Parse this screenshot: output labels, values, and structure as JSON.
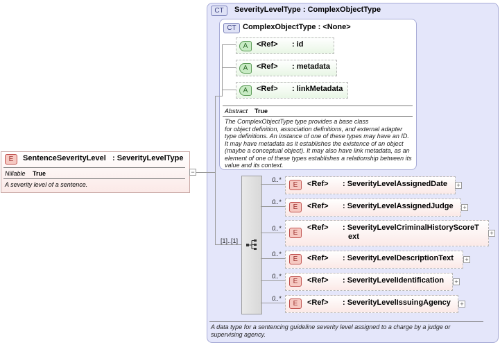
{
  "root_element": {
    "badge": "E",
    "name": "SentenceSeverityLevel",
    "type": ": SeverityLevelType",
    "nillable_label": "Nillable",
    "nillable_value": "True",
    "description": "A severity level of a sentence."
  },
  "outer_type": {
    "badge": "CT",
    "title": "SeverityLevelType : ComplexObjectType",
    "description_lines": [
      "A data type for a sentencing guideline severity level assigned to a charge by a judge or",
      "supervising agency."
    ]
  },
  "inner_type": {
    "badge": "CT",
    "title": "ComplexObjectType : <None>",
    "attributes": [
      {
        "badge": "A",
        "ref": "<Ref>",
        "name": ": id"
      },
      {
        "badge": "A",
        "ref": "<Ref>",
        "name": ": metadata"
      },
      {
        "badge": "A",
        "ref": "<Ref>",
        "name": ": linkMetadata"
      }
    ],
    "abstract_label": "Abstract",
    "abstract_value": "True",
    "description_lines": [
      "The ComplexObjectType type provides a base class",
      "for object definition, association definitions, and external adapter",
      "type definitions. An instance of one of these types may have an ID.",
      "It may have metadata as it establishes the existence of an object",
      "(maybe a conceptual object). It may also have link metadata, as an",
      "element of one of these types establishes a relationship between its",
      "value and its context."
    ]
  },
  "sequence": {
    "occurrence": "[1]..[1]",
    "elements": [
      {
        "occ": "0..*",
        "badge": "E",
        "ref": "<Ref>",
        "name": ": SeverityLevelAssignedDate",
        "name2": ""
      },
      {
        "occ": "0..*",
        "badge": "E",
        "ref": "<Ref>",
        "name": ": SeverityLevelAssignedJudge",
        "name2": ""
      },
      {
        "occ": "0..*",
        "badge": "E",
        "ref": "<Ref>",
        "name": ": SeverityLevelCriminalHistoryScoreT",
        "name2": "ext"
      },
      {
        "occ": "0..*",
        "badge": "E",
        "ref": "<Ref>",
        "name": ": SeverityLevelDescriptionText",
        "name2": ""
      },
      {
        "occ": "0..*",
        "badge": "E",
        "ref": "<Ref>",
        "name": ": SeverityLevelIdentification",
        "name2": ""
      },
      {
        "occ": "0..*",
        "badge": "E",
        "ref": "<Ref>",
        "name": ": SeverityLevelIssuingAgency",
        "name2": ""
      }
    ]
  },
  "icons": {
    "expand": "+",
    "collapse": "−",
    "sequence": "sequence-icon"
  }
}
